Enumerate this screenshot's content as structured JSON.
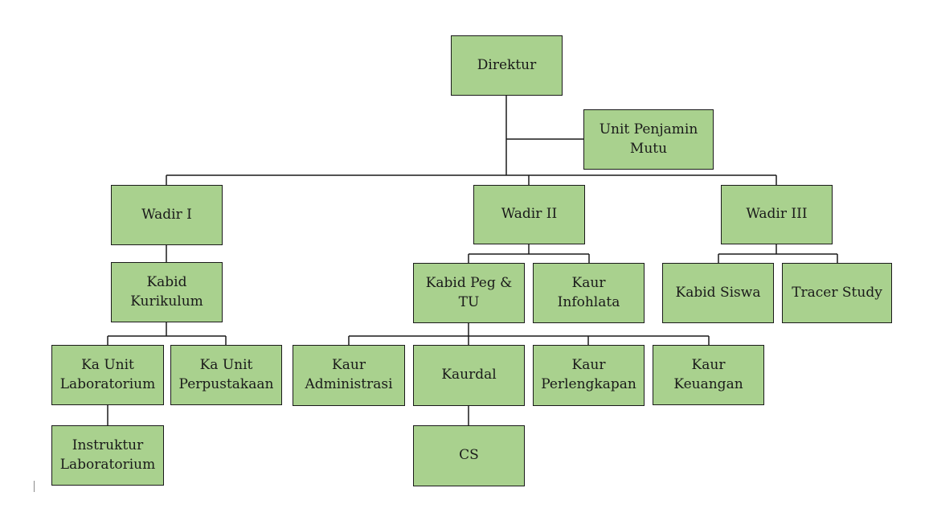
{
  "colors": {
    "box_fill": "#a9d18e",
    "box_border": "#1a1a1a",
    "line": "#1a1a1a"
  },
  "nodes": {
    "direktur": "Direktur",
    "unit_penjamin_mutu": "Unit Penjamin Mutu",
    "wadir_1": "Wadir I",
    "wadir_2": "Wadir II",
    "wadir_3": "Wadir III",
    "kabid_kurikulum": "Kabid Kurikulum",
    "kabid_peg_tu": "Kabid Peg & TU",
    "kaur_infohlata": "Kaur Infohlata",
    "kabid_siswa": "Kabid Siswa",
    "tracer_study": "Tracer Study",
    "ka_unit_laboratorium": "Ka Unit Laboratorium",
    "ka_unit_perpustakaan": "Ka Unit Perpustakaan",
    "kaur_administrasi": "Kaur Administrasi",
    "kaurdal": "Kaurdal",
    "kaur_perlengkapan": "Kaur Perlengkapan",
    "kaur_keuangan": "Kaur Keuangan",
    "instruktur_laboratorium": "Instruktur Laboratorium",
    "cs": "CS"
  }
}
